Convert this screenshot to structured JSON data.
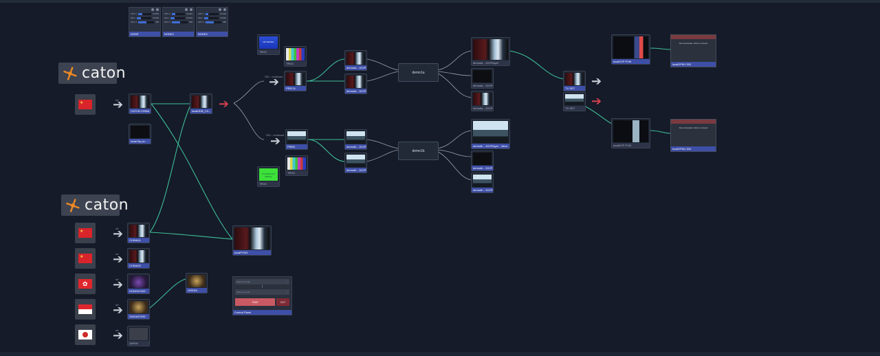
{
  "brand": {
    "logo_text": "caton"
  },
  "stats": [
    {
      "rows": [
        {
          "k": "CPU 1",
          "v": "0.0428"
        },
        {
          "k": "Mem",
          "v": "0.0428"
        },
        {
          "k": "GPU 1",
          "v": "488"
        }
      ],
      "title": "NODE",
      "fill": [
        0.3,
        0.3,
        0.5
      ]
    },
    {
      "rows": [
        {
          "k": "CPU 1",
          "v": "0.0434"
        },
        {
          "k": "Mem",
          "v": "0.0434"
        },
        {
          "k": "GPU 1",
          "v": "488"
        }
      ],
      "title": "NODE2",
      "fill": [
        0.25,
        0.3,
        0.5
      ]
    },
    {
      "rows": [
        {
          "k": "CPU 1",
          "v": "0.0440"
        },
        {
          "k": "Mem",
          "v": "0.0440"
        },
        {
          "k": "GPU 1",
          "v": "488"
        }
      ],
      "title": "NODE3",
      "fill": [
        0.2,
        0.3,
        0.5
      ]
    }
  ],
  "inputs": [
    {
      "label": "CATON CHINA",
      "tag": "srt"
    },
    {
      "label": "CHINA01",
      "tag": "srt"
    },
    {
      "label": "CHINA02",
      "tag": "srt"
    },
    {
      "label": "HONGKONG",
      "tag": "srt"
    },
    {
      "label": "SINGAPORE",
      "tag": "srt"
    },
    {
      "label": "JAPAN",
      "tag": "srt"
    }
  ],
  "flags": [
    "china-flag",
    "china-flag",
    "china-flag",
    "hongkong-flag",
    "singapore-flag",
    "japan-flag"
  ],
  "nodes": {
    "clip": "localClip pe...",
    "switcher": "localHDB_Ch...",
    "preview": "localPVW1",
    "greeting": "GREEN",
    "blue": "TRGC",
    "bars1": "TRGC",
    "green": "TRGC",
    "bars2": "TRGC",
    "green_caption": "SCHEDULED BREAK",
    "blue_caption": "NO SIGNAL",
    "pre_a": "PRECA",
    "pre_b": "PREB",
    "route_a_tag": "SDI - multicast",
    "route_b_tag": "SDI - multicast",
    "demo_a_in1": "demoda - 1DVP...",
    "demo_a_in2": "demoda - 1DVP...",
    "demo_b_in1": "demodb - 1DVP...",
    "demo_b_in2": "demodb - 1DVP...",
    "demo_a": "demo1a",
    "demo_b": "demo1b",
    "out_a1": "demoda - 1DVPlayer",
    "out_a2": "demoda - 1DVP...",
    "out_a3": "demoda - 1DVP...",
    "out_b1": "demodb - 1DVPlayer - Infrar",
    "out_b2": "demodb - 1DVP...",
    "out_b3": "demodb - 1DVP...",
    "tx1": "TX SRT",
    "tx2": "TX SRT",
    "mv1": "localDVP PVM",
    "mv2": "localDVP PVM",
    "rx1": "localDPM1 DDI",
    "rx2": "localDPM1 DDI",
    "rx_msg": "Not connected, click to connect"
  },
  "control_panel": {
    "dd1": "Select a profile",
    "dd2": "Select a mode",
    "take": "TAKE",
    "cut": "CUT",
    "title": "Control Panel"
  },
  "colors": {
    "accent": "#3e4fa8",
    "wire": "#3fbf9a",
    "alert": "#d0404e"
  }
}
